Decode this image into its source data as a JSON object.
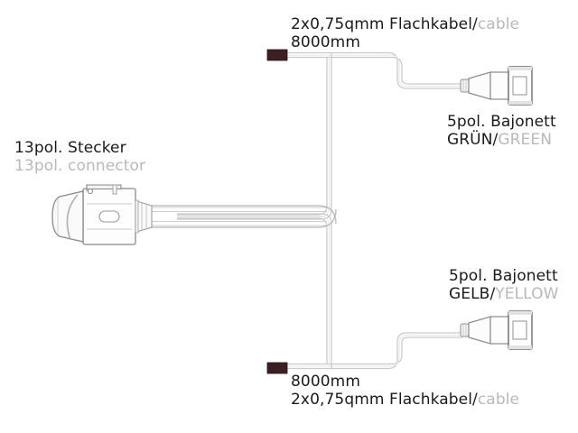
{
  "diagram": {
    "title_hidden": "",
    "colors": {
      "outline": "#8a8a8a",
      "outline_dark": "#6e6e6e",
      "cable": "#c9c9c9",
      "endcap": "#3b1f22",
      "text_de": "#1a1a1a",
      "text_en": "#b9b9b9",
      "background": "#ffffff"
    },
    "labels": {
      "top_cable": {
        "spec_de": "2x0,75qmm Flachkabel",
        "separator": "/",
        "spec_en": "cable",
        "length": "8000mm"
      },
      "green_connector": {
        "type": "5pol. Bajonett",
        "color_de": "GRÜN",
        "separator": "/",
        "color_en": "GREEN"
      },
      "main_connector": {
        "name_de": "13pol. Stecker",
        "name_en": "13pol. connector"
      },
      "yellow_connector": {
        "type": "5pol. Bajonett",
        "color_de": "GELB",
        "separator": "/",
        "color_en": "YELLOW"
      },
      "bottom_cable": {
        "length": "8000mm",
        "spec_de": "2x0,75qmm Flachkabel",
        "separator": "/",
        "spec_en": "cable"
      }
    }
  }
}
